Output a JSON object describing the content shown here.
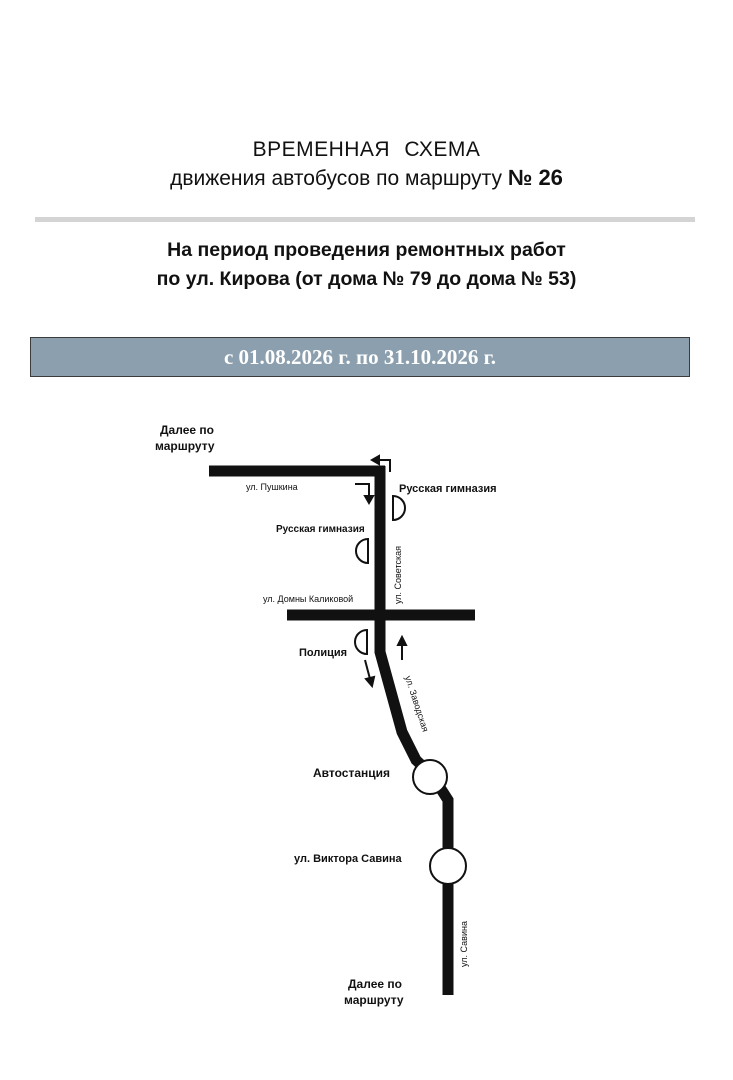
{
  "header": {
    "title_line1": "ВРЕМЕННАЯ   СХЕМА",
    "title_line2": "движения автобусов по маршруту",
    "route_number": "№ 26",
    "subtitle_line1": "На период проведения ремонтных работ",
    "subtitle_line2": "по ул. Кирова (от дома № 79 до дома № 53)",
    "period": "с 01.08.2026 г. по 31.10.2026 г."
  },
  "diagram": {
    "further_top": [
      "Далее по",
      "маршруту"
    ],
    "further_bottom": [
      "Далее по",
      "маршруту"
    ],
    "streets": {
      "pushkina": "ул. Пушкина",
      "sovetskaya": "ул. Советская",
      "domny_kalikovoy": "ул. Домны Каликовой",
      "zavodskaya": "ул. Заводская",
      "savina": "ул. Савина"
    },
    "stops": {
      "gymnasium_right": "Русская гимназия",
      "gymnasium_left": "Русская гимназия",
      "police": "Полиция",
      "bus_station": "Автостанция",
      "viktora_savina": "ул. Виктора Савина"
    },
    "colors": {
      "road": "#111111",
      "period_bar": "#8b9fae"
    }
  }
}
